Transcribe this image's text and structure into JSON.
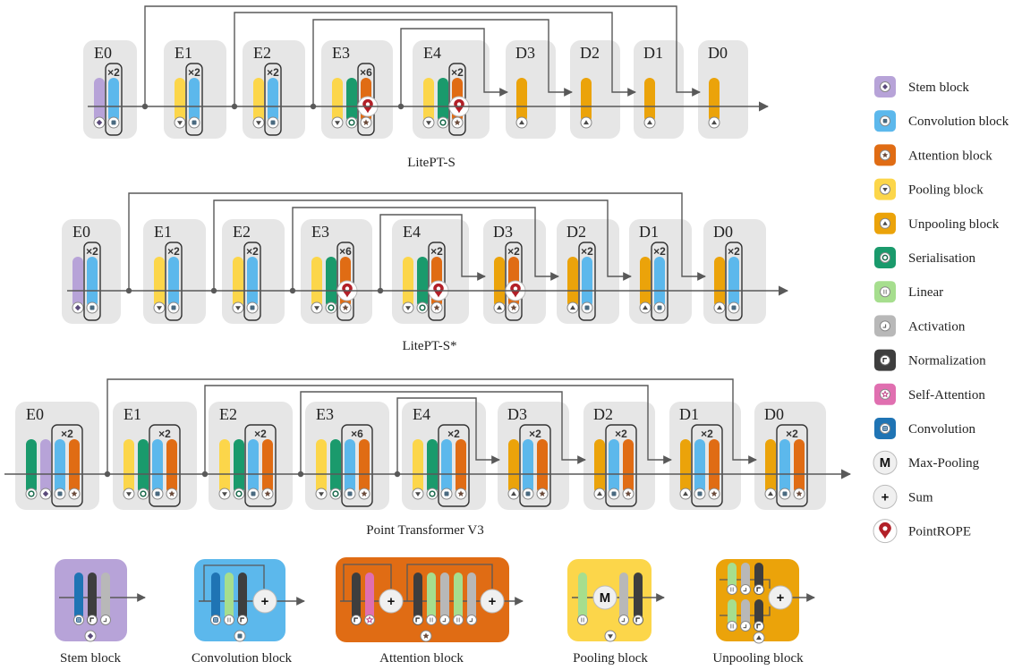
{
  "colors": {
    "stem": "#b7a3d8",
    "conv": "#5cb8ec",
    "attn": "#e06c14",
    "pool": "#fcd64a",
    "unpool": "#eba30a",
    "serial": "#1a9a6c",
    "linear": "#a6de8e",
    "activation": "#b8b8b8",
    "norm": "#3e3e3e",
    "selfattn": "#e06fb0",
    "convolution": "#1f74b4",
    "rope": "#b22028",
    "stage_bg": "#e6e6e6",
    "line": "#595959"
  },
  "diagrams": [
    {
      "caption": "LitePT-S",
      "stages": [
        {
          "label": "E0",
          "rep": "×2",
          "pre": [
            "stem"
          ],
          "blocks": [
            "conv"
          ]
        },
        {
          "label": "E1",
          "rep": "×2",
          "pre": [
            "pool"
          ],
          "blocks": [
            "conv"
          ]
        },
        {
          "label": "E2",
          "rep": "×2",
          "pre": [
            "pool"
          ],
          "blocks": [
            "conv"
          ]
        },
        {
          "label": "E3",
          "rep": "×6",
          "pre": [
            "pool",
            "serial"
          ],
          "blocks": [
            "attn"
          ],
          "rope": true
        },
        {
          "label": "E4",
          "rep": "×2",
          "pre": [
            "pool",
            "serial"
          ],
          "blocks": [
            "attn"
          ],
          "rope": true
        },
        {
          "label": "D3",
          "rep": "",
          "pre": [
            "unpool"
          ],
          "blocks": []
        },
        {
          "label": "D2",
          "rep": "",
          "pre": [
            "unpool"
          ],
          "blocks": []
        },
        {
          "label": "D1",
          "rep": "",
          "pre": [
            "unpool"
          ],
          "blocks": []
        },
        {
          "label": "D0",
          "rep": "",
          "pre": [
            "unpool"
          ],
          "blocks": []
        }
      ]
    },
    {
      "caption": "LitePT-S*",
      "stages": [
        {
          "label": "E0",
          "rep": "×2",
          "pre": [
            "stem"
          ],
          "blocks": [
            "conv"
          ]
        },
        {
          "label": "E1",
          "rep": "×2",
          "pre": [
            "pool"
          ],
          "blocks": [
            "conv"
          ]
        },
        {
          "label": "E2",
          "rep": "×2",
          "pre": [
            "pool"
          ],
          "blocks": [
            "conv"
          ]
        },
        {
          "label": "E3",
          "rep": "×6",
          "pre": [
            "pool",
            "serial"
          ],
          "blocks": [
            "attn"
          ],
          "rope": true
        },
        {
          "label": "E4",
          "rep": "×2",
          "pre": [
            "pool",
            "serial"
          ],
          "blocks": [
            "attn"
          ],
          "rope": true
        },
        {
          "label": "D3",
          "rep": "×2",
          "pre": [
            "unpool"
          ],
          "blocks": [
            "attn"
          ],
          "rope": true
        },
        {
          "label": "D2",
          "rep": "×2",
          "pre": [
            "unpool"
          ],
          "blocks": [
            "conv"
          ]
        },
        {
          "label": "D1",
          "rep": "×2",
          "pre": [
            "unpool"
          ],
          "blocks": [
            "conv"
          ]
        },
        {
          "label": "D0",
          "rep": "×2",
          "pre": [
            "unpool"
          ],
          "blocks": [
            "conv"
          ]
        }
      ]
    },
    {
      "caption": "Point Transformer V3",
      "stages": [
        {
          "label": "E0",
          "rep": "×2",
          "pre": [
            "serial",
            "stem"
          ],
          "blocks": [
            "conv",
            "attn"
          ]
        },
        {
          "label": "E1",
          "rep": "×2",
          "pre": [
            "pool",
            "serial"
          ],
          "blocks": [
            "conv",
            "attn"
          ]
        },
        {
          "label": "E2",
          "rep": "×2",
          "pre": [
            "pool",
            "serial"
          ],
          "blocks": [
            "conv",
            "attn"
          ]
        },
        {
          "label": "E3",
          "rep": "×6",
          "pre": [
            "pool",
            "serial"
          ],
          "blocks": [
            "conv",
            "attn"
          ]
        },
        {
          "label": "E4",
          "rep": "×2",
          "pre": [
            "pool",
            "serial"
          ],
          "blocks": [
            "conv",
            "attn"
          ]
        },
        {
          "label": "D3",
          "rep": "×2",
          "pre": [
            "unpool"
          ],
          "blocks": [
            "conv",
            "attn"
          ]
        },
        {
          "label": "D2",
          "rep": "×2",
          "pre": [
            "unpool"
          ],
          "blocks": [
            "conv",
            "attn"
          ]
        },
        {
          "label": "D1",
          "rep": "×2",
          "pre": [
            "unpool"
          ],
          "blocks": [
            "conv",
            "attn"
          ]
        },
        {
          "label": "D0",
          "rep": "×2",
          "pre": [
            "unpool"
          ],
          "blocks": [
            "conv",
            "attn"
          ]
        }
      ]
    }
  ],
  "legend": [
    {
      "key": "stem",
      "label": "Stem block"
    },
    {
      "key": "conv",
      "label": "Convolution block"
    },
    {
      "key": "attn",
      "label": "Attention block"
    },
    {
      "key": "pool",
      "label": "Pooling block"
    },
    {
      "key": "unpool",
      "label": "Unpooling block"
    },
    {
      "key": "serial",
      "label": "Serialisation"
    },
    {
      "key": "linear",
      "label": "Linear"
    },
    {
      "key": "activation",
      "label": "Activation"
    },
    {
      "key": "norm",
      "label": "Normalization"
    },
    {
      "key": "selfattn",
      "label": "Self-Attention"
    },
    {
      "key": "convolution",
      "label": "Convolution"
    },
    {
      "key": "maxpool",
      "label": "Max-Pooling",
      "glyph": "M"
    },
    {
      "key": "sum",
      "label": "Sum",
      "glyph": "+"
    },
    {
      "key": "rope",
      "label": "PointROPE"
    }
  ],
  "block_details": [
    {
      "key": "stem",
      "caption": "Stem block"
    },
    {
      "key": "conv",
      "caption": "Convolution block"
    },
    {
      "key": "attn",
      "caption": "Attention block"
    },
    {
      "key": "pool",
      "caption": "Pooling block"
    },
    {
      "key": "unpool",
      "caption": "Unpooling block"
    }
  ]
}
